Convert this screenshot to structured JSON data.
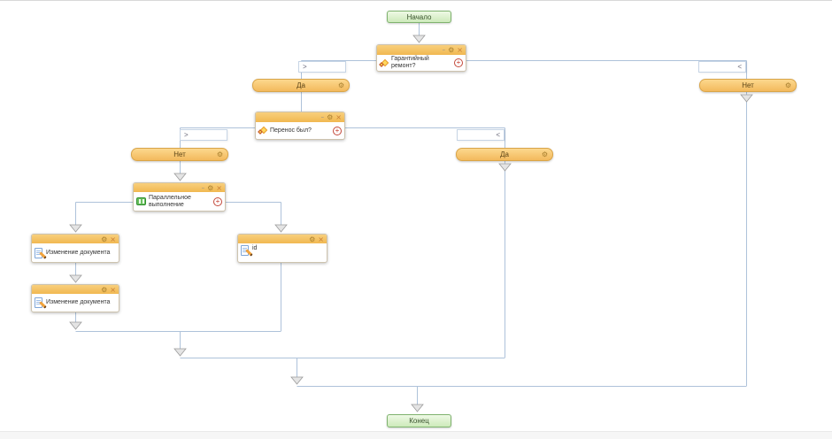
{
  "terminators": {
    "start": "Начало",
    "end": "Конец"
  },
  "nodes": {
    "decision1": {
      "title": "Гарантийный ремонт?"
    },
    "decision2": {
      "title": "Перенос был?"
    },
    "parallel": {
      "line1": "Параллельное",
      "line2": "выполнение"
    },
    "activity1": {
      "title": "Изменение документа"
    },
    "activity2": {
      "title": "Изменение документа"
    },
    "activity_id": {
      "title": "id"
    }
  },
  "branches": {
    "yes1": "Да",
    "no1": "Нет",
    "no2": "Нет",
    "yes2": "Да"
  },
  "expanders": {
    "collapse_right": ">",
    "collapse_left": "<"
  },
  "window_controls": {
    "minimize": "–",
    "settings": "⚙",
    "close": "×",
    "add": "+"
  },
  "colors": {
    "connector": "#aec2da",
    "arrow_fill": "#e4e4e4",
    "branch_fill": "#f6c169",
    "header_fill": "#f5c468",
    "terminator_fill": "#d9efc8",
    "terminator_border": "#7fb36e",
    "add_button": "#c3392a"
  }
}
